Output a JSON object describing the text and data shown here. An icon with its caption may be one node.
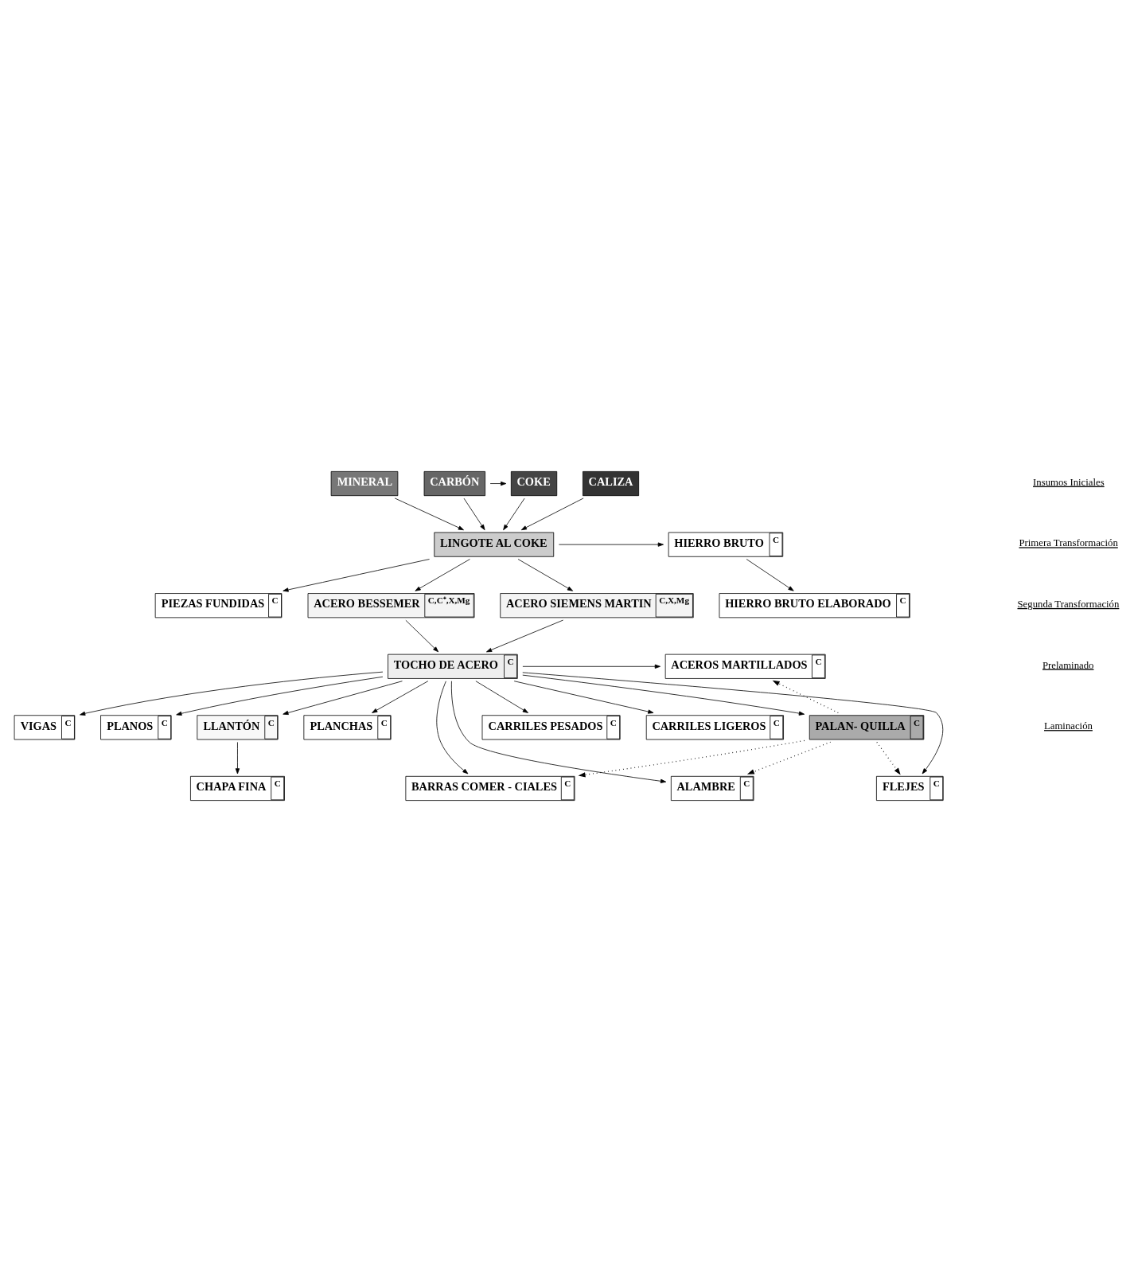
{
  "diagram": {
    "nodes": [
      {
        "text": [
          "MINERAL"
        ]
      },
      {
        "text": [
          "COKE"
        ]
      },
      {
        "text": [
          "CARBÓN"
        ]
      },
      {
        "text": [
          "CALIZA"
        ]
      },
      {
        "text": [
          "LINGOTE AL COKE"
        ]
      },
      {
        "text": [
          "HIERRO BRUTO",
          "C"
        ]
      },
      {
        "text": [
          "PIEZAS FUNDIDAS",
          "C"
        ]
      },
      {
        "text": [
          "HIERRO BRUTO ELABORADO",
          "C"
        ]
      },
      {
        "text": [
          "ACERO BESSEMER",
          "C,C⁺,X,Mg"
        ]
      },
      {
        "text": [
          "ACERO SIEMENS MARTIN",
          "C,X,Mg"
        ]
      },
      {
        "text": [
          "TOCHO DE ACERO",
          "C"
        ]
      },
      {
        "text": [
          "ACEROS MARTILLADOS",
          "C"
        ]
      },
      {
        "text": [
          "CARRILES PESADOS",
          "C"
        ]
      },
      {
        "text": [
          "CARRILES LIGEROS",
          "C"
        ]
      },
      {
        "text": [
          "VIGAS",
          "C"
        ]
      },
      {
        "text": [
          "PALAN- QUILLA",
          "C"
        ]
      },
      {
        "text": [
          "PLANOS",
          "C"
        ]
      },
      {
        "text": [
          "LLANTÓN",
          "C"
        ]
      },
      {
        "text": [
          "PLANCHAS",
          "C"
        ]
      },
      {
        "text": [
          "BARRAS COMER - CIALES",
          "C"
        ]
      },
      {
        "text": [
          "ALAMBRE",
          "C"
        ]
      },
      {
        "text": [
          "FLEJES",
          "C"
        ]
      },
      {
        "text": [
          "CHAPA FINA",
          "C"
        ]
      }
    ],
    "edges": [
      {
        "from": 2,
        "to": 1,
        "arrow": "to"
      },
      {
        "from": 0,
        "to": 4,
        "arrow": "to"
      },
      {
        "from": 1,
        "to": 4,
        "arrow": "to"
      },
      {
        "from": 2,
        "to": 4,
        "arrow": "to"
      },
      {
        "from": 3,
        "to": 4,
        "arrow": "to"
      },
      {
        "from": 4,
        "to": 5,
        "arrow": "to"
      },
      {
        "from": 4,
        "to": 6,
        "arrow": "to"
      },
      {
        "from": 5,
        "to": 7,
        "arrow": "to"
      },
      {
        "from": 4,
        "to": 8,
        "arrow": "to"
      },
      {
        "from": 4,
        "to": 9,
        "arrow": "to"
      },
      {
        "from": 8,
        "to": 10,
        "arrow": "to"
      },
      {
        "from": 9,
        "to": 10,
        "arrow": "to"
      },
      {
        "from": 10,
        "to": 11,
        "arrow": "to"
      },
      {
        "from": 10,
        "to": 12,
        "arrow": "to"
      },
      {
        "from": 10,
        "to": 17,
        "arrow": "to"
      },
      {
        "from": 10,
        "to": 13,
        "arrow": "to"
      },
      {
        "from": 10,
        "to": 18,
        "arrow": "to"
      },
      {
        "from": 10,
        "to": 14,
        "arrow": "to"
      },
      {
        "from": 10,
        "to": 19,
        "arrow": "to"
      },
      {
        "from": 10,
        "to": 15,
        "arrow": "to"
      },
      {
        "from": 10,
        "to": 20,
        "arrow": "to"
      },
      {
        "from": 10,
        "to": 16,
        "arrow": "to"
      },
      {
        "from": 10,
        "to": 21,
        "arrow": "to"
      },
      {
        "from": 17,
        "to": 22,
        "arrow": "to"
      },
      {
        "from": 15,
        "to": 11,
        "arrow": "to",
        "style": "dashed"
      },
      {
        "from": 15,
        "to": 19,
        "arrow": "to",
        "style": "dashed"
      },
      {
        "from": 15,
        "to": 20,
        "arrow": "to",
        "style": "dashed"
      },
      {
        "from": 15,
        "to": 21,
        "arrow": "to",
        "style": "dashed"
      }
    ],
    "labels": [
      "Insumos Iniciales",
      "Primera Transformación",
      "Segunda Transformación",
      "Prelaminado",
      "Laminación"
    ]
  }
}
